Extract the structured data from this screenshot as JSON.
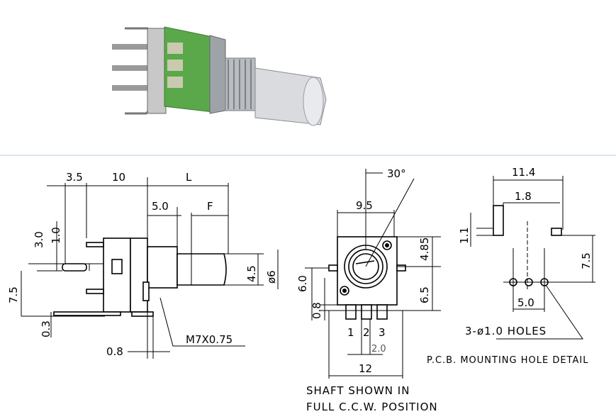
{
  "photo": {
    "pcb_color": "#5aa84a",
    "metal_color": "#b9bcc0"
  },
  "side_view": {
    "dim_3_5": "3.5",
    "dim_10": "10",
    "dim_L": "L",
    "dim_5_0": "5.0",
    "dim_F": "F",
    "dim_3_0": "3.0",
    "dim_1_0": "1.0",
    "dim_7_5": "7.5",
    "dim_0_3": "0.3",
    "dim_4_5": "4.5",
    "dim_phi6": "ø6",
    "dim_0_8": "0.8",
    "thread": "M7X0.75"
  },
  "front_view": {
    "angle": "30°",
    "dim_9_5": "9.5",
    "dim_4_85": "4.85",
    "dim_6_0": "6.0",
    "dim_6_5": "6.5",
    "dim_0_8": "0.8",
    "pin1": "1",
    "pin2": "2",
    "pin3": "3",
    "dim_2_0": "2.0",
    "dim_12": "12",
    "note_line1": "SHAFT SHOWN IN",
    "note_line2": "FULL C.C.W. POSITION"
  },
  "pcb_detail": {
    "dim_11_4": "11.4",
    "dim_1_8": "1.8",
    "dim_1_1": "1.1",
    "dim_7_5": "7.5",
    "dim_5_0": "5.0",
    "holes": "3-ø1.0  HOLES",
    "title": "P.C.B. MOUNTING HOLE DETAIL"
  }
}
